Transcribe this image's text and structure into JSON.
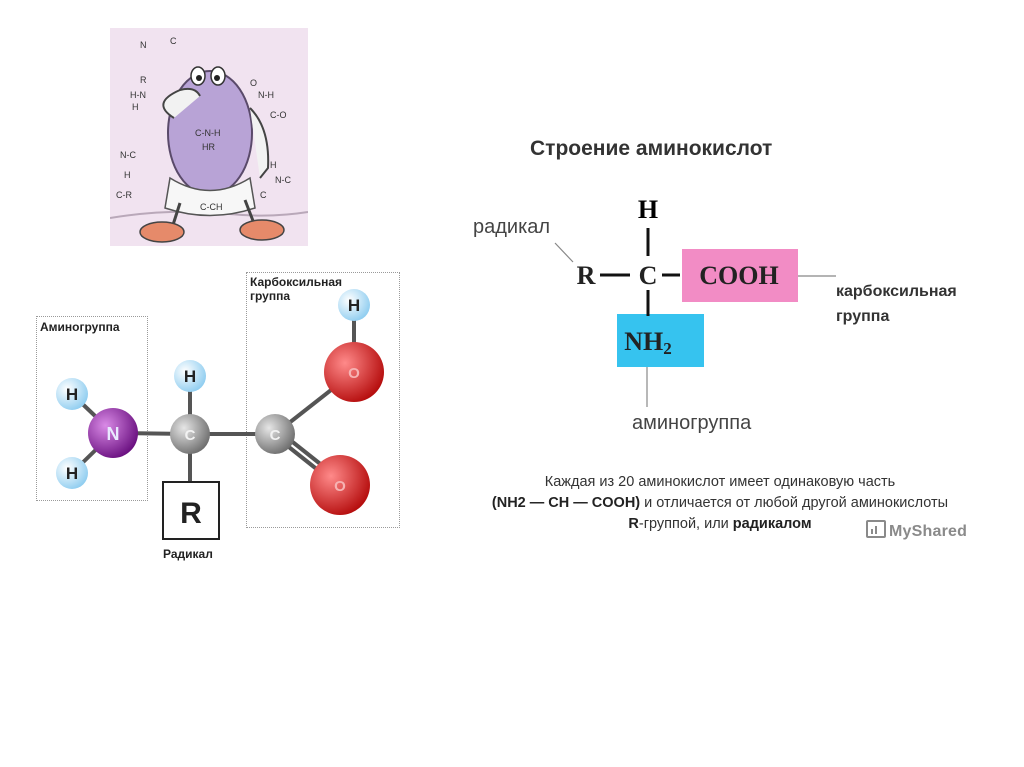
{
  "cartoon": {
    "alt": "amino-acid-character"
  },
  "left_diagram": {
    "amino_group_label": "Аминогруппа",
    "carboxyl_group_label_line1": "Карбоксильная",
    "carboxyl_group_label_line2": "группа",
    "radical_label": "Радикал",
    "atoms": {
      "h_amino_top": "H",
      "h_amino_bottom": "H",
      "nitrogen": "N",
      "h_alpha": "H",
      "c_alpha": "C",
      "c_carboxyl": "C",
      "o_hydroxyl": "O",
      "o_carbonyl": "O",
      "h_hydroxyl": "H",
      "radical": "R"
    },
    "colors": {
      "nitrogen": "#7a1a8c",
      "oxygen": "#d11818",
      "carbon": "#8e8e8e",
      "hydrogen": "#bfe3f7"
    }
  },
  "right_diagram": {
    "title": "Строение аминокислот",
    "radical_label": "радикал",
    "carboxyl_label_line1": "карбоксильная",
    "carboxyl_label_line2": "группа",
    "amino_label": "аминогруппа",
    "formula": {
      "h": "H",
      "r": "R",
      "c": "C",
      "cooh": "COOH",
      "nh2": "NH",
      "nh2_sub": "2"
    },
    "colors": {
      "cooh_bg": "#f28cc5",
      "nh2_bg": "#36c3ef"
    }
  },
  "description": {
    "line1": "Каждая из 20 аминокислот имеет одинаковую  часть",
    "line2_bold": "(NH2 — CH — COOH)",
    "line2_rest": " и отличается от любой другой аминокислоты",
    "line3_bold_r": "R",
    "line3_mid": "-группой,  или ",
    "line3_bold_end": "радикалом"
  },
  "watermark": {
    "text": "MyShared"
  }
}
